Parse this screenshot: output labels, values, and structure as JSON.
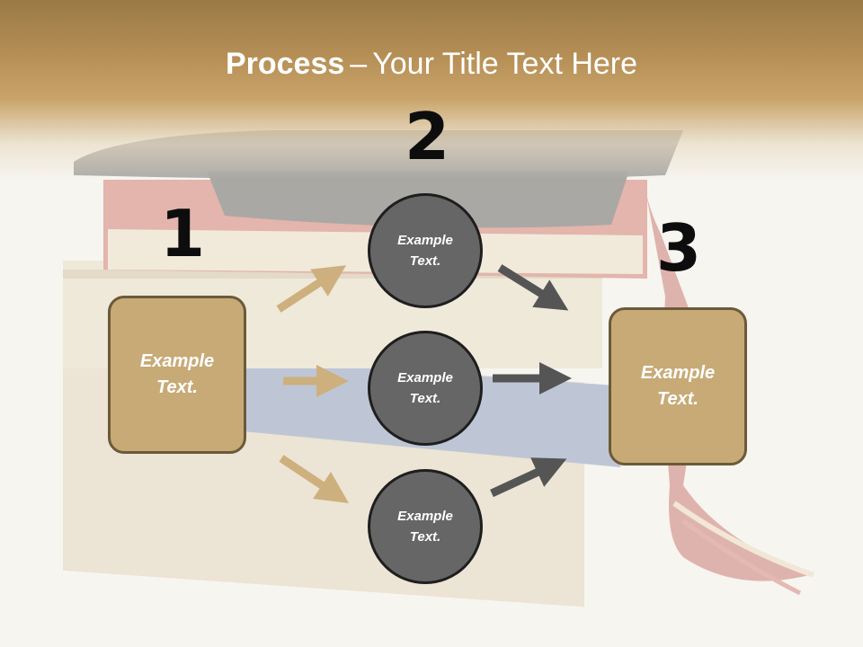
{
  "title": {
    "bold": "Process",
    "dash": "–",
    "rest": "Your Title Text Here"
  },
  "steps": {
    "n1": "1",
    "n2": "2",
    "n3": "3"
  },
  "left_box": {
    "line1": "Example",
    "line2": "Text."
  },
  "right_box": {
    "line1": "Example",
    "line2": "Text."
  },
  "circles": [
    {
      "line1": "Example",
      "line2": "Text."
    },
    {
      "line1": "Example",
      "line2": "Text."
    },
    {
      "line1": "Example",
      "line2": "Text."
    }
  ],
  "colors": {
    "box_fill": "#c8aa77",
    "circle_fill": "#666666",
    "arrow_tan": "#cdb07d",
    "arrow_gray": "#555555"
  }
}
